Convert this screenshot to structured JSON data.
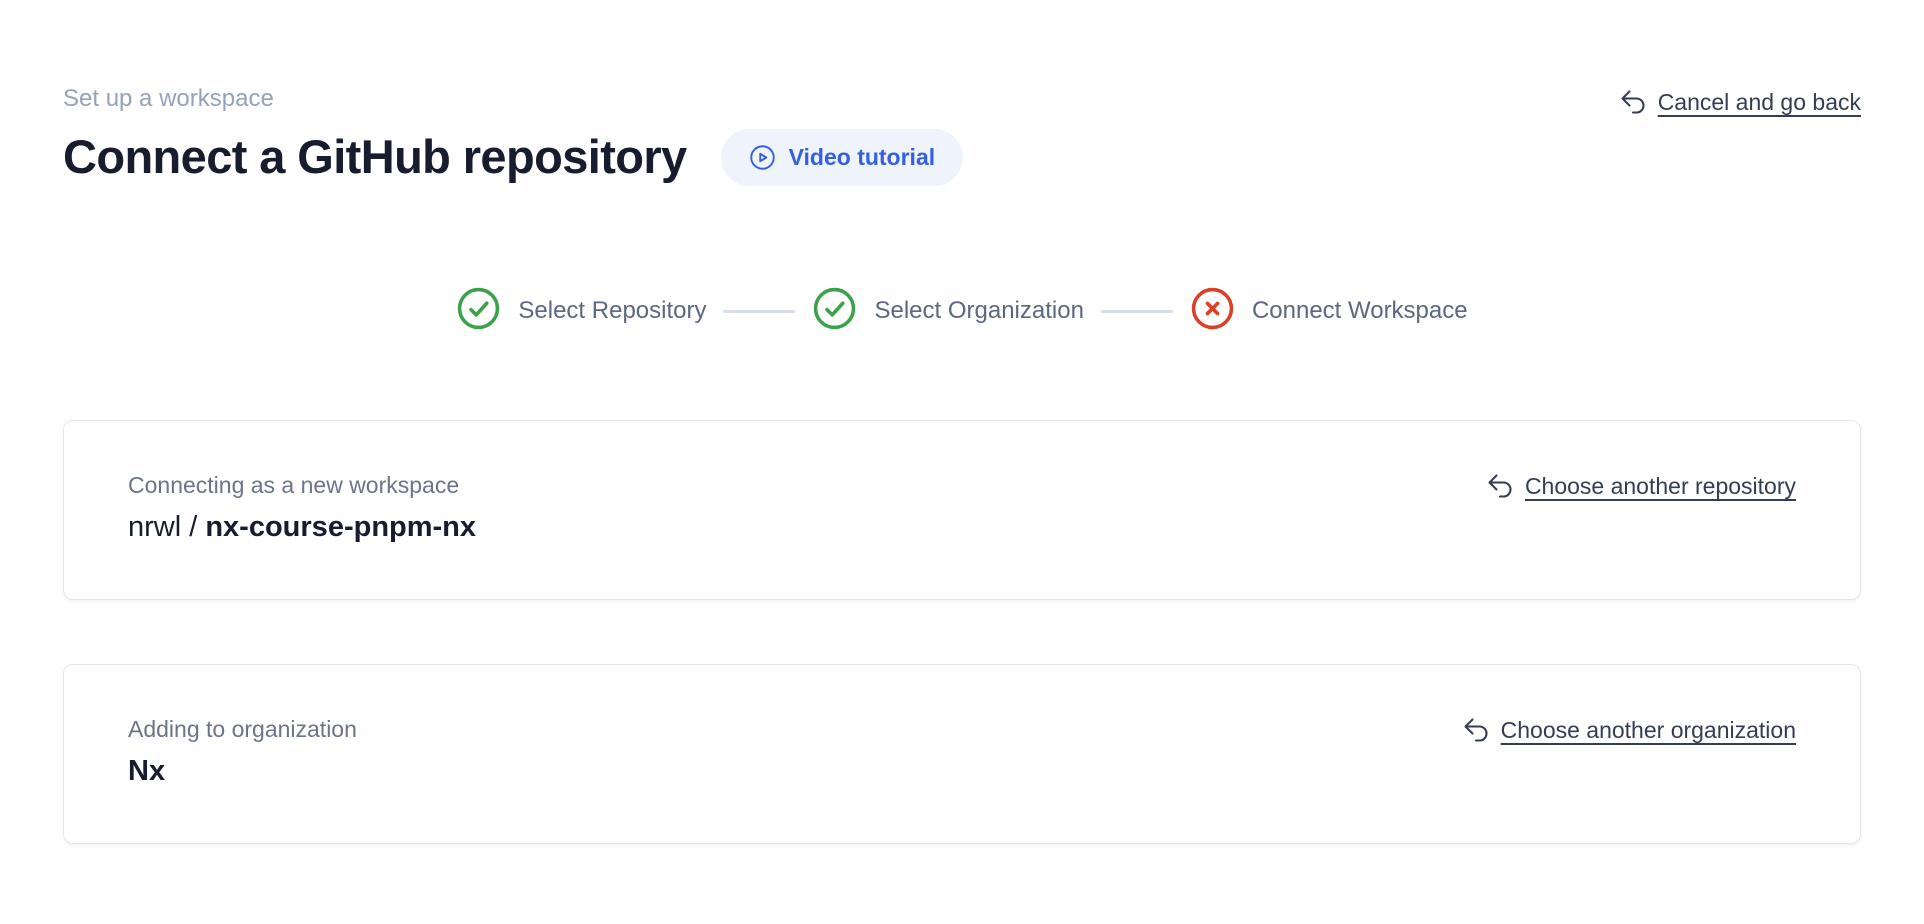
{
  "page": {
    "eyebrow": "Set up a workspace",
    "title": "Connect a GitHub repository"
  },
  "header": {
    "video_tutorial_label": "Video tutorial",
    "cancel_link_label": "Cancel and go back"
  },
  "stepper": {
    "steps": [
      {
        "label": "Select Repository",
        "status": "success"
      },
      {
        "label": "Select Organization",
        "status": "success"
      },
      {
        "label": "Connect Workspace",
        "status": "error"
      }
    ]
  },
  "cards": {
    "repository": {
      "label": "Connecting as a new workspace",
      "owner": "nrwl / ",
      "name": "nx-course-pnpm-nx",
      "action_label": "Choose another repository"
    },
    "organization": {
      "label": "Adding to organization",
      "name": "Nx",
      "action_label": "Choose another organization"
    }
  },
  "colors": {
    "accent_blue": "#3560e0",
    "pill_bg": "#eef3fc",
    "success_green": "#3da14c",
    "error_red": "#dc4028",
    "muted_text": "#94a3b8",
    "step_text": "#5c6781",
    "connector": "#d8dde7",
    "card_border": "#e5e7f0",
    "card_label_text": "#6b7488",
    "link_text": "#343e52",
    "dark_text": "#171c2e"
  }
}
